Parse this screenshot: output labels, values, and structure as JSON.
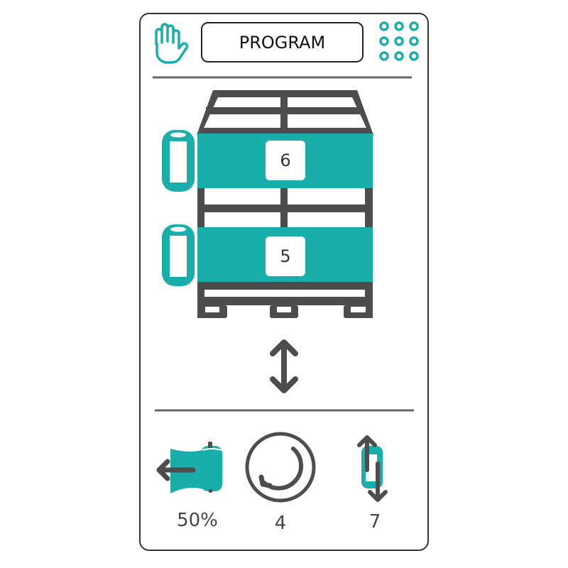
{
  "header": {
    "program_label": "PROGRAM",
    "stop_icon": "hand-stop-icon",
    "menu_icon": "keypad-grid-icon"
  },
  "pallet": {
    "top_wrap_count": "6",
    "bottom_wrap_count": "5"
  },
  "footer": {
    "film_stretch": {
      "value": "50%",
      "icon": "film-stretch-icon"
    },
    "rotations": {
      "value": "4",
      "icon": "rotation-icon"
    },
    "carriage_cycles": {
      "value": "7",
      "icon": "carriage-up-down-icon"
    }
  },
  "colors": {
    "accent": "#1aaeaa",
    "dark": "#4d4d4d"
  }
}
